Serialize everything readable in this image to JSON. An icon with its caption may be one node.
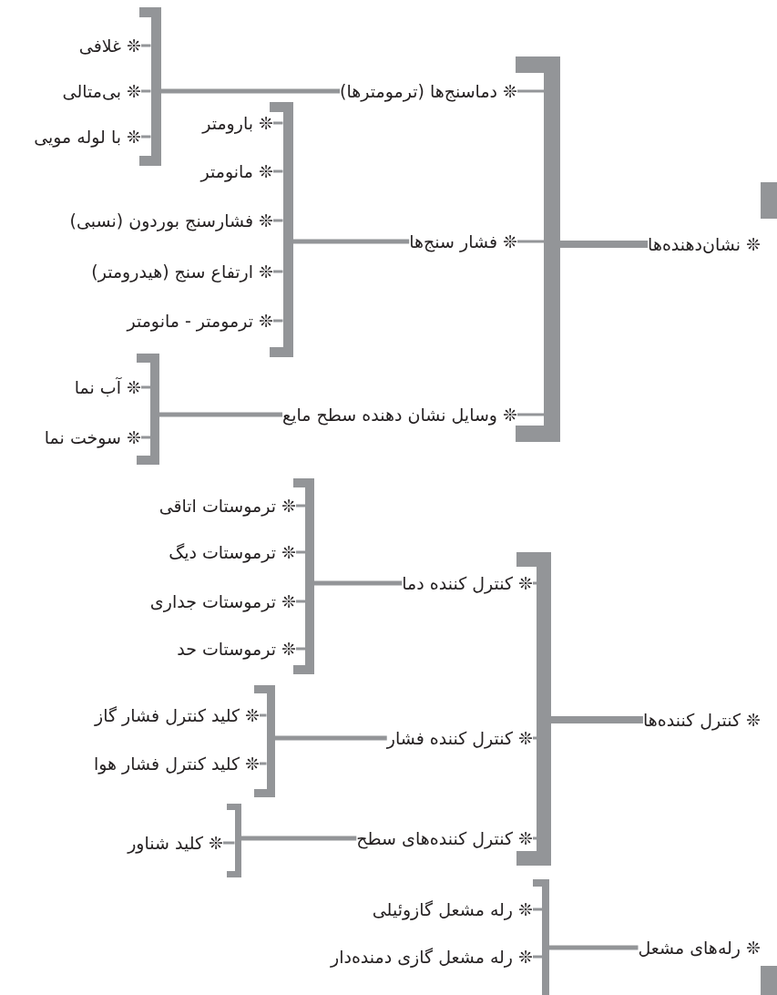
{
  "diagram": {
    "nodes": [
      {
        "text": [
          "❊ نشان‌دهنده‌ها"
        ]
      },
      {
        "text": [
          "❊ دماسنج‌ها (ترمومترها)"
        ]
      },
      {
        "text": [
          "❊ فشار سنج‌ها"
        ]
      },
      {
        "text": [
          "❊ وسایل نشان دهنده سطح مایع"
        ]
      },
      {
        "text": [
          "❊ غلافی"
        ]
      },
      {
        "text": [
          "❊ بی‌متالی"
        ]
      },
      {
        "text": [
          "❊ با لوله مویی"
        ]
      },
      {
        "text": [
          "❊ بارومتر"
        ]
      },
      {
        "text": [
          "❊ مانومتر"
        ]
      },
      {
        "text": [
          "❊ فشارسنج بوردون (نسبی)"
        ]
      },
      {
        "text": [
          "❊ ارتفاع سنج (هیدرومتر)"
        ]
      },
      {
        "text": [
          "❊ ترمومتر - مانومتر"
        ]
      },
      {
        "text": [
          "❊ آب نما"
        ]
      },
      {
        "text": [
          "❊ سوخت نما"
        ]
      },
      {
        "text": [
          "❊ کنترل کننده‌ها"
        ]
      },
      {
        "text": [
          "❊ کنترل کننده دما"
        ]
      },
      {
        "text": [
          "❊ کنترل کننده فشار"
        ]
      },
      {
        "text": [
          "❊ کنترل کننده‌های سطح"
        ]
      },
      {
        "text": [
          "❊ ترموستات اتاقی"
        ]
      },
      {
        "text": [
          "❊ ترموستات دیگ"
        ]
      },
      {
        "text": [
          "❊ ترموستات جداری"
        ]
      },
      {
        "text": [
          "❊ ترموستات حد"
        ]
      },
      {
        "text": [
          "❊ کلید کنترل فشار گاز"
        ]
      },
      {
        "text": [
          "❊ کلید کنترل فشار هوا"
        ]
      },
      {
        "text": [
          "❊ کلید شناور"
        ]
      },
      {
        "text": [
          "❊ رله‌های مشعل"
        ]
      },
      {
        "text": [
          "❊ رله مشعل گازوئیلی"
        ]
      },
      {
        "text": [
          "❊ رله مشعل گازی دمنده‌دار"
        ]
      },
      {
        "text": [],
        "shape": "bar"
      },
      {
        "text": [],
        "shape": "bar"
      },
      {
        "text": [],
        "shape": "bar"
      },
      {
        "text": [],
        "shape": "bar"
      },
      {
        "text": [],
        "shape": "bar"
      },
      {
        "text": [],
        "shape": "bar"
      },
      {
        "text": [],
        "shape": "bar"
      },
      {
        "text": [],
        "shape": "bar"
      },
      {
        "text": [],
        "shape": "bar"
      }
    ],
    "edges": [
      {
        "from": 0,
        "to": 28,
        "arrow": "none",
        "style": "thick"
      },
      {
        "from": 28,
        "to": 1,
        "arrow": "none"
      },
      {
        "from": 28,
        "to": 2,
        "arrow": "none"
      },
      {
        "from": 28,
        "to": 3,
        "arrow": "none"
      },
      {
        "from": 1,
        "to": 29,
        "arrow": "none"
      },
      {
        "from": 29,
        "to": 4,
        "arrow": "none"
      },
      {
        "from": 29,
        "to": 5,
        "arrow": "none"
      },
      {
        "from": 29,
        "to": 6,
        "arrow": "none"
      },
      {
        "from": 2,
        "to": 30,
        "arrow": "none"
      },
      {
        "from": 30,
        "to": 7,
        "arrow": "none"
      },
      {
        "from": 30,
        "to": 8,
        "arrow": "none"
      },
      {
        "from": 30,
        "to": 9,
        "arrow": "none"
      },
      {
        "from": 30,
        "to": 10,
        "arrow": "none"
      },
      {
        "from": 30,
        "to": 11,
        "arrow": "none"
      },
      {
        "from": 3,
        "to": 31,
        "arrow": "none"
      },
      {
        "from": 31,
        "to": 12,
        "arrow": "none"
      },
      {
        "from": 31,
        "to": 13,
        "arrow": "none"
      },
      {
        "from": 14,
        "to": 32,
        "arrow": "none",
        "style": "thick"
      },
      {
        "from": 32,
        "to": 15,
        "arrow": "none"
      },
      {
        "from": 32,
        "to": 16,
        "arrow": "none"
      },
      {
        "from": 32,
        "to": 17,
        "arrow": "none"
      },
      {
        "from": 15,
        "to": 33,
        "arrow": "none"
      },
      {
        "from": 33,
        "to": 18,
        "arrow": "none"
      },
      {
        "from": 33,
        "to": 19,
        "arrow": "none"
      },
      {
        "from": 33,
        "to": 20,
        "arrow": "none"
      },
      {
        "from": 33,
        "to": 21,
        "arrow": "none"
      },
      {
        "from": 16,
        "to": 34,
        "arrow": "none"
      },
      {
        "from": 34,
        "to": 22,
        "arrow": "none"
      },
      {
        "from": 34,
        "to": 23,
        "arrow": "none"
      },
      {
        "from": 17,
        "to": 35,
        "arrow": "none"
      },
      {
        "from": 35,
        "to": 24,
        "arrow": "none"
      },
      {
        "from": 25,
        "to": 36,
        "arrow": "none"
      },
      {
        "from": 36,
        "to": 26,
        "arrow": "none"
      },
      {
        "from": 36,
        "to": 27,
        "arrow": "none"
      }
    ]
  }
}
